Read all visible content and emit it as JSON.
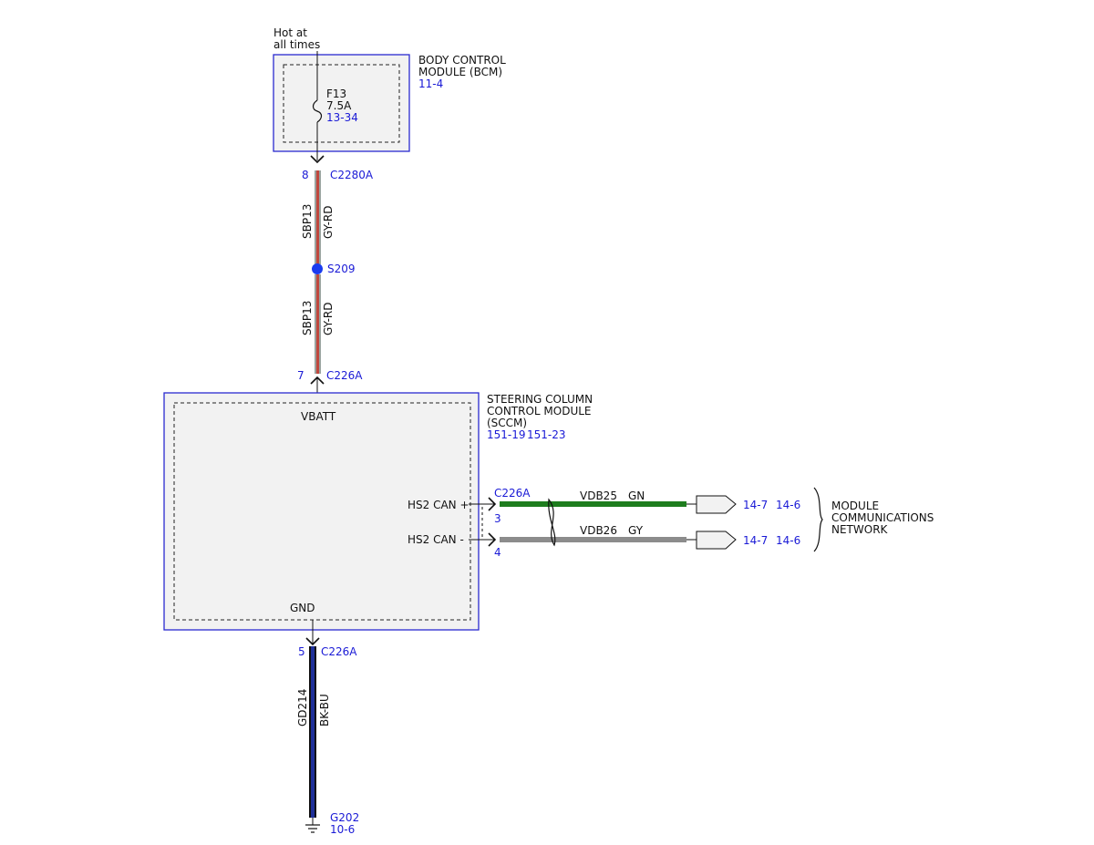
{
  "colors": {
    "module_outline": "#2a2ad0",
    "reference_text": "#1a1ad6",
    "wire_gy_rd_outer": "#9aa39f",
    "wire_gy_rd_inner": "#c0473d",
    "wire_gn": "#1e7d1e",
    "wire_gy": "#8c8c8c",
    "wire_bk_bu_outer": "#111111",
    "wire_bk_bu_inner": "#1e2f99",
    "splice_dot": "#1a3cf0"
  },
  "power": {
    "label_line1": "Hot at",
    "label_line2": "all times"
  },
  "bcm": {
    "name_line1": "BODY CONTROL",
    "name_line2": "MODULE (BCM)",
    "ref": "11-4",
    "fuse": {
      "id": "F13",
      "rating": "7.5A",
      "ref": "13-34",
      "icon": "fuse-icon"
    }
  },
  "connector_c2280a": {
    "pin": "8",
    "name": "C2280A"
  },
  "circuit_upper": {
    "circuit": "SBP13",
    "color": "GY-RD"
  },
  "splice": {
    "name": "S209",
    "icon": "splice-dot-icon"
  },
  "circuit_lower": {
    "circuit": "SBP13",
    "color": "GY-RD"
  },
  "connector_c226a_vbatt": {
    "pin": "7",
    "name": "C226A"
  },
  "sccm": {
    "name_line1": "STEERING COLUMN",
    "name_line2": "CONTROL MODULE",
    "name_line3": "(SCCM)",
    "ref1": "151-19",
    "ref2": "151-23",
    "vbatt_label": "VBATT",
    "gnd_label": "GND",
    "can_plus_label": "HS2 CAN +",
    "can_minus_label": "HS2 CAN -"
  },
  "can_connector": {
    "name": "C226A",
    "pin_plus": "3",
    "pin_minus": "4"
  },
  "can_plus_wire": {
    "circuit": "VDB25",
    "color": "GN",
    "ref1": "14-7",
    "ref2": "14-6"
  },
  "can_minus_wire": {
    "circuit": "VDB26",
    "color": "GY",
    "ref1": "14-7",
    "ref2": "14-6"
  },
  "network": {
    "name_line1": "MODULE",
    "name_line2": "COMMUNICATIONS",
    "name_line3": "NETWORK"
  },
  "connector_c226a_gnd": {
    "pin": "5",
    "name": "C226A"
  },
  "ground_wire": {
    "circuit": "GD214",
    "color": "BK-BU"
  },
  "ground": {
    "name": "G202",
    "ref": "10-6",
    "icon": "ground-icon"
  }
}
